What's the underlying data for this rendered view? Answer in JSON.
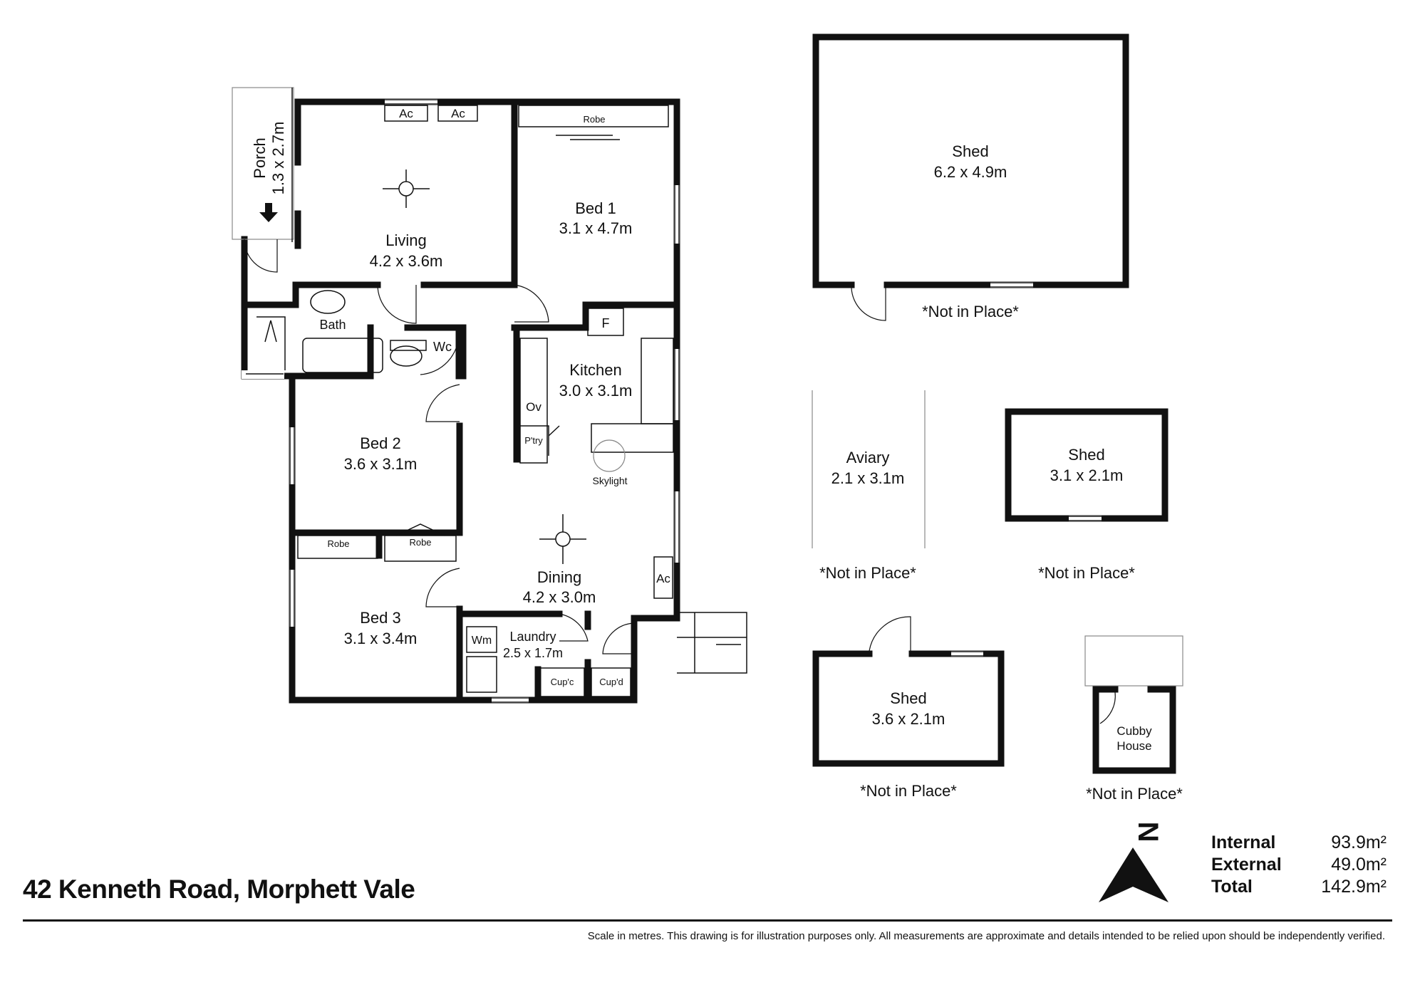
{
  "address": "42 Kenneth Road, Morphett Vale",
  "disclaimer": "Scale in metres. This drawing is for illustration purposes only. All measurements are approximate and details intended to be relied upon should be independently verified.",
  "compass_letter": "N",
  "areas": [
    {
      "label": "Internal",
      "value": "93.9m²"
    },
    {
      "label": "External",
      "value": "49.0m²"
    },
    {
      "label": "Total",
      "value": "142.9m²"
    }
  ],
  "rooms": {
    "porch": {
      "name": "Porch",
      "size": "1.3 x 2.7m"
    },
    "living": {
      "name": "Living",
      "size": "4.2 x 3.6m"
    },
    "bed1": {
      "name": "Bed 1",
      "size": "3.1 x 4.7m"
    },
    "kitchen": {
      "name": "Kitchen",
      "size": "3.0 x 3.1m"
    },
    "bed2": {
      "name": "Bed 2",
      "size": "3.6 x 3.1m"
    },
    "bed3": {
      "name": "Bed 3",
      "size": "3.1 x 3.4m"
    },
    "dining": {
      "name": "Dining",
      "size": "4.2 x 3.0m"
    },
    "laundry": {
      "name": "Laundry",
      "size": "2.5 x 1.7m"
    },
    "bath": {
      "name": "Bath"
    },
    "wc": {
      "name": "Wc"
    },
    "shed_large": {
      "name": "Shed",
      "size": "6.2 x 4.9m"
    },
    "aviary": {
      "name": "Aviary",
      "size": "2.1 x 3.1m"
    },
    "shed_small": {
      "name": "Shed",
      "size": "3.1 x 2.1m"
    },
    "shed_bottom": {
      "name": "Shed",
      "size": "3.6 x 2.1m"
    },
    "cubby": {
      "line1": "Cubby",
      "line2": "House"
    }
  },
  "fixtures": {
    "ac": "Ac",
    "robe": "Robe",
    "fridge": "F",
    "oven": "Ov",
    "pantry": "P'try",
    "skylight": "Skylight",
    "washer": "Wm",
    "cupboard_c": "Cup'c",
    "cupboard_d": "Cup'd"
  },
  "not_in_place": "*Not in Place*"
}
